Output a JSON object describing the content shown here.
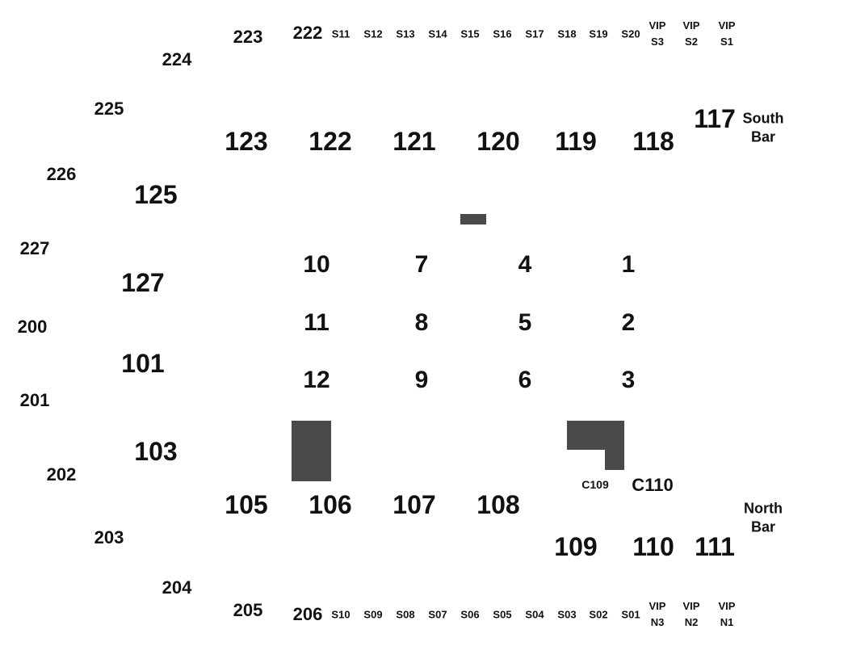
{
  "upper_sections": {
    "s222": "222",
    "s223": "223",
    "s224": "224",
    "s225": "225",
    "s226": "226",
    "s227": "227",
    "s200": "200",
    "s201": "201",
    "s202": "202",
    "s203": "203",
    "s204": "204",
    "s205": "205",
    "s206": "206"
  },
  "lower_sections": {
    "s123": "123",
    "s122": "122",
    "s121": "121",
    "s120": "120",
    "s119": "119",
    "s118": "118",
    "s117": "117",
    "s125": "125",
    "s127": "127",
    "s101": "101",
    "s103": "103",
    "s105": "105",
    "s106": "106",
    "s107": "107",
    "s108": "108",
    "s109": "109",
    "s110": "110",
    "s111": "111"
  },
  "floor_sections": {
    "f1": "1",
    "f2": "2",
    "f3": "3",
    "f4": "4",
    "f5": "5",
    "f6": "6",
    "f7": "7",
    "f8": "8",
    "f9": "9",
    "f10": "10",
    "f11": "11",
    "f12": "12"
  },
  "suites_top": [
    "S11",
    "S12",
    "S13",
    "S14",
    "S15",
    "S16",
    "S17",
    "S18",
    "S19",
    "S20"
  ],
  "suites_bottom": [
    "S10",
    "S09",
    "S08",
    "S07",
    "S06",
    "S05",
    "S04",
    "S03",
    "S02",
    "S01"
  ],
  "vip_top": [
    {
      "line1": "VIP",
      "line2": "S3"
    },
    {
      "line1": "VIP",
      "line2": "S2"
    },
    {
      "line1": "VIP",
      "line2": "S1"
    }
  ],
  "vip_bottom": [
    {
      "line1": "VIP",
      "line2": "N3"
    },
    {
      "line1": "VIP",
      "line2": "N2"
    },
    {
      "line1": "VIP",
      "line2": "N1"
    }
  ],
  "other": {
    "c109": "C109",
    "c110": "C110"
  },
  "bars": {
    "south": {
      "line1": "South",
      "line2": "Bar"
    },
    "north": {
      "line1": "North",
      "line2": "Bar"
    }
  },
  "colors": {
    "text": "#111111",
    "blocks": "#4a4a4a",
    "background": "#ffffff"
  }
}
